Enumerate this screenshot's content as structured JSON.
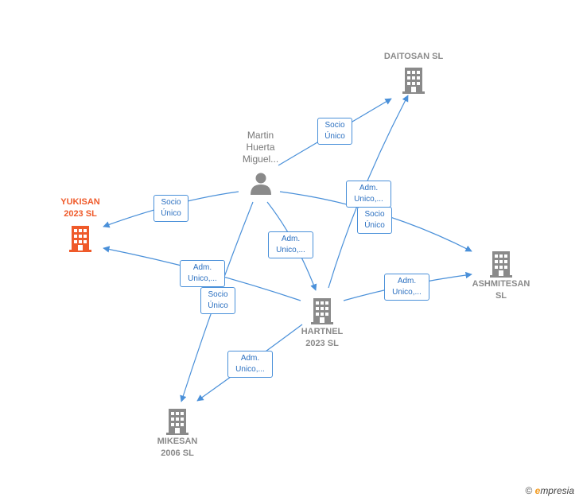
{
  "colors": {
    "edge": "#4a90d9",
    "node": "#8a8a8a",
    "highlight": "#ef5a2a"
  },
  "nodes": {
    "daitosan": {
      "line1": "DAITOSAN  SL",
      "line2": "",
      "icon": "building-icon"
    },
    "martin": {
      "line1": "Martin",
      "line2": "Huerta",
      "line3": "Miguel...",
      "icon": "person-icon"
    },
    "yukisan": {
      "line1": "YUKISAN",
      "line2": "2023  SL",
      "icon": "building-icon"
    },
    "ashmitesan": {
      "line1": "ASHMITESAN",
      "line2": "SL",
      "icon": "building-icon"
    },
    "hartnel": {
      "line1": "HARTNEL",
      "line2": "2023  SL",
      "icon": "building-icon"
    },
    "mikesan": {
      "line1": "MIKESAN",
      "line2": "2006  SL",
      "icon": "building-icon"
    }
  },
  "edge_labels": [
    {
      "id": "martin-daitosan",
      "line1": "Socio",
      "line2": "Único"
    },
    {
      "id": "martin-yukisan",
      "line1": "Socio",
      "line2": "Único"
    },
    {
      "id": "hartnel-daitosan",
      "line1": "Adm.",
      "line2": "Unico,..."
    },
    {
      "id": "martin-ashmitesan",
      "line1": "Socio",
      "line2": "Único"
    },
    {
      "id": "martin-hartnel",
      "line1": "Adm.",
      "line2": "Unico,..."
    },
    {
      "id": "hartnel-yukisan",
      "line1": "Adm.",
      "line2": "Unico,..."
    },
    {
      "id": "martin-mikesan",
      "line1": "Socio",
      "line2": "Único"
    },
    {
      "id": "hartnel-ashmitesan",
      "line1": "Adm.",
      "line2": "Unico,..."
    },
    {
      "id": "hartnel-mikesan",
      "line1": "Adm.",
      "line2": "Unico,..."
    }
  ],
  "footer": {
    "symbol": "©",
    "brand_initial": "e",
    "brand_rest": "mpresia"
  }
}
